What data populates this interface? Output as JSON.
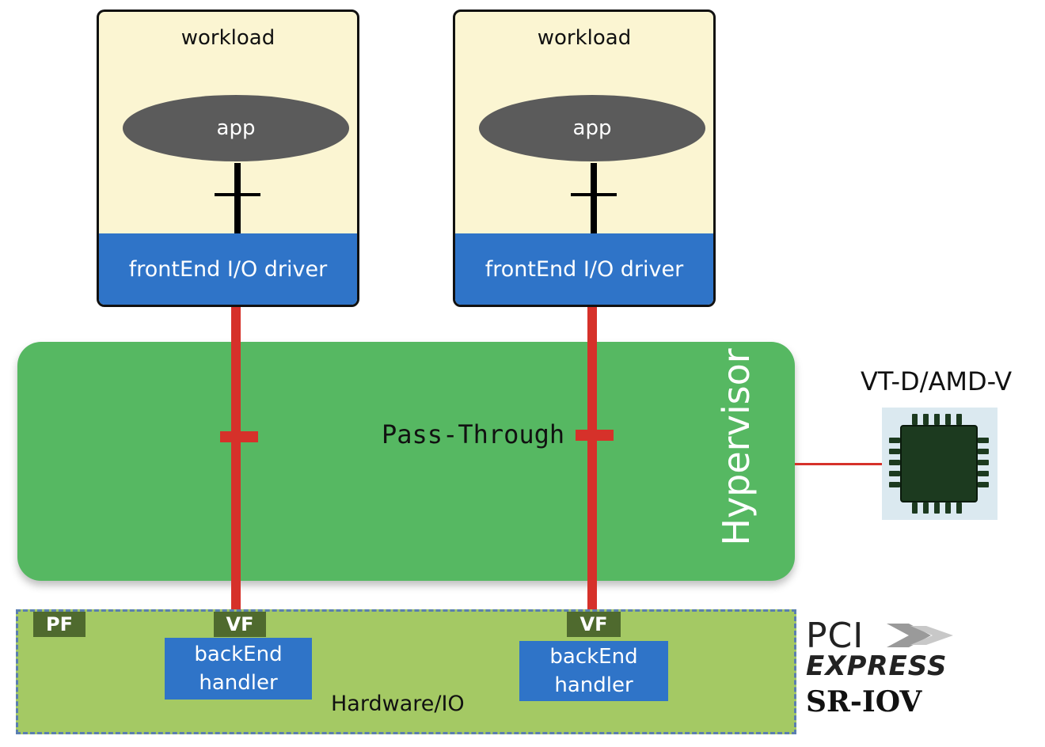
{
  "workloads": [
    {
      "title": "workload",
      "app": "app",
      "driver": "frontEnd I/O driver"
    },
    {
      "title": "workload",
      "app": "app",
      "driver": "frontEnd I/O driver"
    }
  ],
  "hypervisor": {
    "label": "Hypervisor",
    "mode": "Pass-Through"
  },
  "chip": {
    "title": "VT-D/AMD-V"
  },
  "hardware": {
    "label": "Hardware/IO",
    "pf": "PF",
    "vfs": [
      "VF",
      "VF"
    ],
    "backends": [
      {
        "line1": "backEnd",
        "line2": "handler"
      },
      {
        "line1": "backEnd",
        "line2": "handler"
      }
    ]
  },
  "logo": {
    "pci": "PCI",
    "express": "EXPRESS",
    "sriov": "SR-IOV"
  },
  "colors": {
    "workload_bg": "#fbf5d2",
    "driver_blue": "#2f74c8",
    "hypervisor_green": "#56b862",
    "hardware_green": "#a4c964",
    "link_red": "#d6312a",
    "tag_olive": "#4f6a2e"
  }
}
